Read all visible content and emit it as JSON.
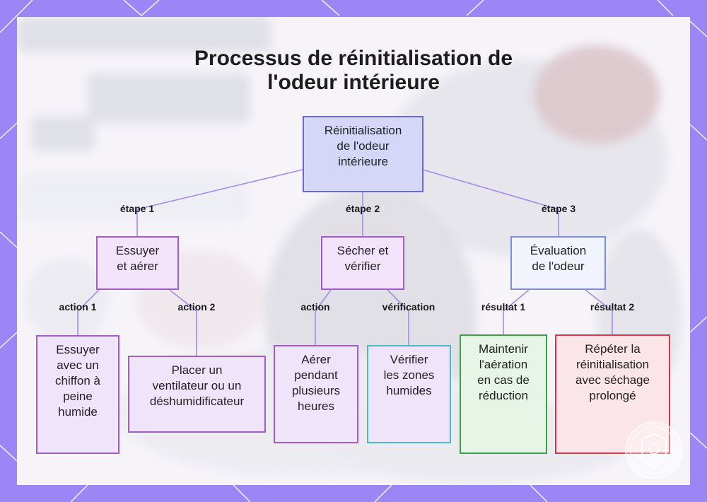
{
  "title": {
    "line1": "Processus de réinitialisation de",
    "line2": "l'odeur intérieure"
  },
  "colors": {
    "frame": "#9b86f5",
    "root_fill": "#d6d7f8",
    "root_border": "#6a6ac8",
    "step_fill": "#f3e4fb",
    "step_border": "#a05cc8",
    "eval_fill": "#f2f4fd",
    "eval_border": "#7a8fd6",
    "edge": "#a58bea",
    "teal_border": "#4ab8c8",
    "green_fill": "#e6f5e6",
    "green_border": "#3aa04a",
    "red_fill": "#fbe5e8",
    "red_border": "#d23a4a"
  },
  "nodes": {
    "root": "Réinitialisation\nde l'odeur\nintérieure",
    "step1": "Essuyer\net aérer",
    "step2": "Sécher et\nvérifier",
    "step3": "Évaluation\nde l'odeur",
    "leaf1": "Essuyer\navec un\nchiffon à\npeine\nhumide",
    "leaf2": "Placer un\nventilateur ou un\ndéshumidificateur",
    "leaf3": "Aérer\npendant\nplusieurs\nheures",
    "leaf4": "Vérifier\nles zones\nhumides",
    "leaf5": "Maintenir\nl'aération\nen cas de\nréduction",
    "leaf6": "Répéter la\nréinitialisation\navec séchage\nprolongé"
  },
  "edge_labels": {
    "etape1": "étape 1",
    "etape2": "étape 2",
    "etape3": "étape 3",
    "action1": "action 1",
    "action2": "action 2",
    "action": "action",
    "verification": "vérification",
    "resultat1": "résultat 1",
    "resultat2": "résultat 2"
  },
  "icons": {
    "corner_badge": "shield-logo-icon"
  }
}
